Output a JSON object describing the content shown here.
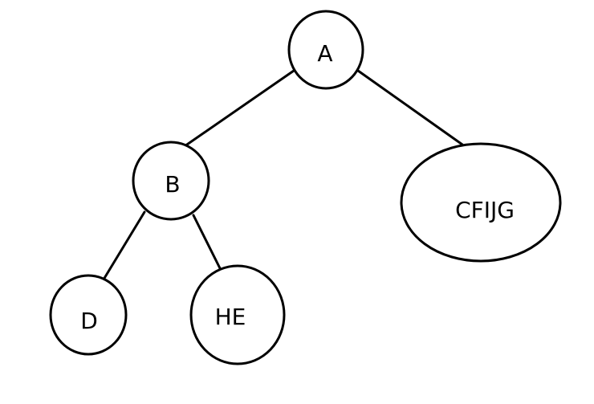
{
  "tree": {
    "nodes": [
      {
        "id": "a",
        "label": "A"
      },
      {
        "id": "b",
        "label": "B"
      },
      {
        "id": "cfijg",
        "label": "CFIJG"
      },
      {
        "id": "d",
        "label": "D"
      },
      {
        "id": "he",
        "label": "HE"
      }
    ],
    "edges": [
      {
        "from": "A",
        "to": "B"
      },
      {
        "from": "A",
        "to": "CFIJG"
      },
      {
        "from": "B",
        "to": "D"
      },
      {
        "from": "B",
        "to": "HE"
      }
    ]
  },
  "colors": {
    "stroke": "#000000",
    "background": "#ffffff"
  }
}
